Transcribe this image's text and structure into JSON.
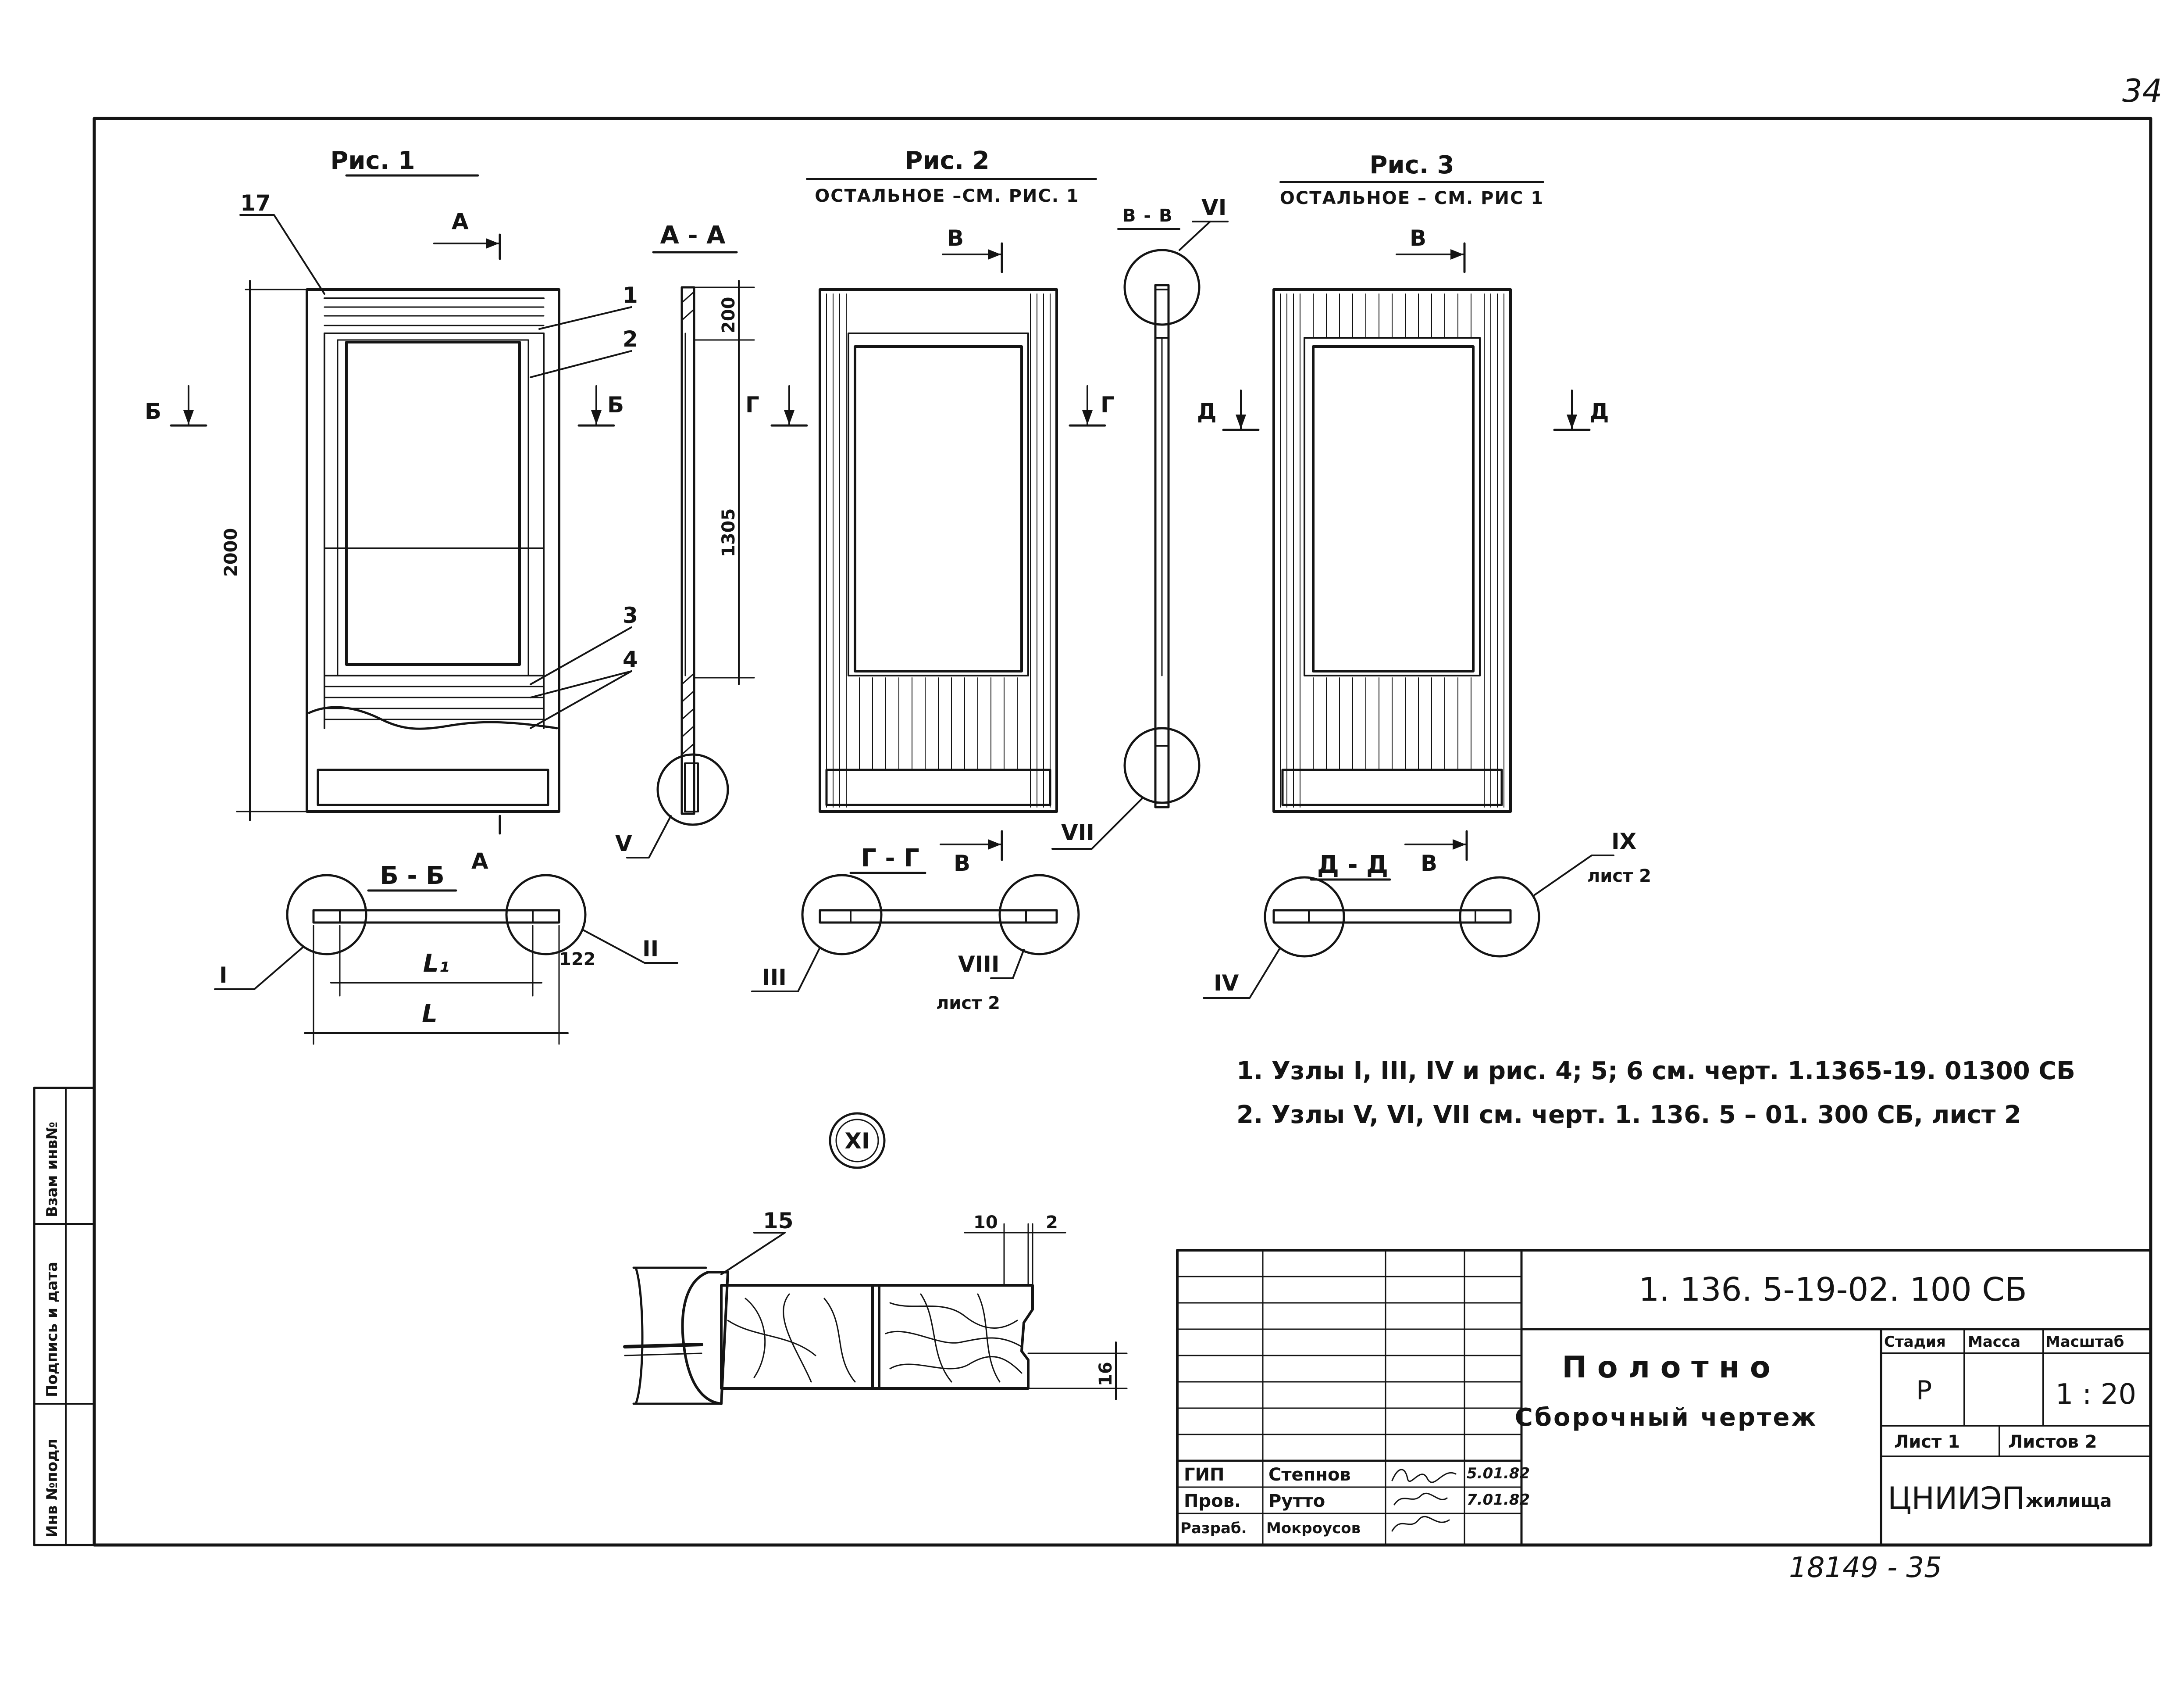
{
  "page_number": "34",
  "figures": {
    "fig1": {
      "title": "Рис. 1"
    },
    "fig2": {
      "title": "Рис. 2",
      "subtitle": "ОСТАЛЬНОЕ –СМ. РИС. 1"
    },
    "fig3": {
      "title": "Рис. 3",
      "subtitle": "ОСТАЛЬНОЕ – СМ. РИС 1"
    }
  },
  "sections": {
    "aa": "А - А",
    "bb": "Б - Б",
    "vv": "В - В",
    "gg": "Г - Г",
    "dd": "Д - Д"
  },
  "cut_letters": {
    "a": "А",
    "b": "Б",
    "v": "В",
    "g": "Г",
    "d": "Д"
  },
  "callouts": {
    "pos17": "17",
    "pos1": "1",
    "pos2": "2",
    "pos3": "3",
    "pos4": "4",
    "pos15": "15",
    "node1": "I",
    "node2": "II",
    "node3": "III",
    "node4": "IV",
    "node5": "V",
    "node6": "VI",
    "node7": "VII",
    "node8": "VIII",
    "node9": "IX",
    "node11": "XI",
    "list2": "лист 2"
  },
  "dimensions": {
    "height": "2000",
    "top": "200",
    "mid": "1305",
    "L1": "L₁",
    "L": "L",
    "d122": "122",
    "d10": "10",
    "d2": "2",
    "d16": "16"
  },
  "notes": {
    "n1": "1.  Узлы I,   III, IV и рис. 4; 5; 6 см. черт. 1.1365-19. 01300 СБ",
    "n2": "2.  Узлы V, VI, VII см. черт. 1. 136. 5 – 01. 300 СБ, лист 2"
  },
  "side_stamp": {
    "c1": "Инв №подл",
    "c2": "Подпись и дата",
    "c3": "Взам инв№"
  },
  "title_block": {
    "code": "1. 136. 5-19-02. 100 СБ",
    "name1": "П о л о т н о",
    "name2": "Сборочный чертеж",
    "stage_h": "Стадия",
    "mass_h": "Масса",
    "scale_h": "Масштаб",
    "stage": "Р",
    "scale": "1 : 20",
    "sheet": "Лист 1",
    "sheets": "Листов 2",
    "org1": "ЦНИИЭП",
    "org2": "жилища",
    "roles": [
      "ГИП",
      "Пров.",
      "Разраб."
    ],
    "names": [
      "Степнов",
      "Рутто",
      "Мокроусов"
    ],
    "dates": [
      "5.01.82",
      "7.01.82"
    ]
  },
  "footer_number": "18149 -  35"
}
